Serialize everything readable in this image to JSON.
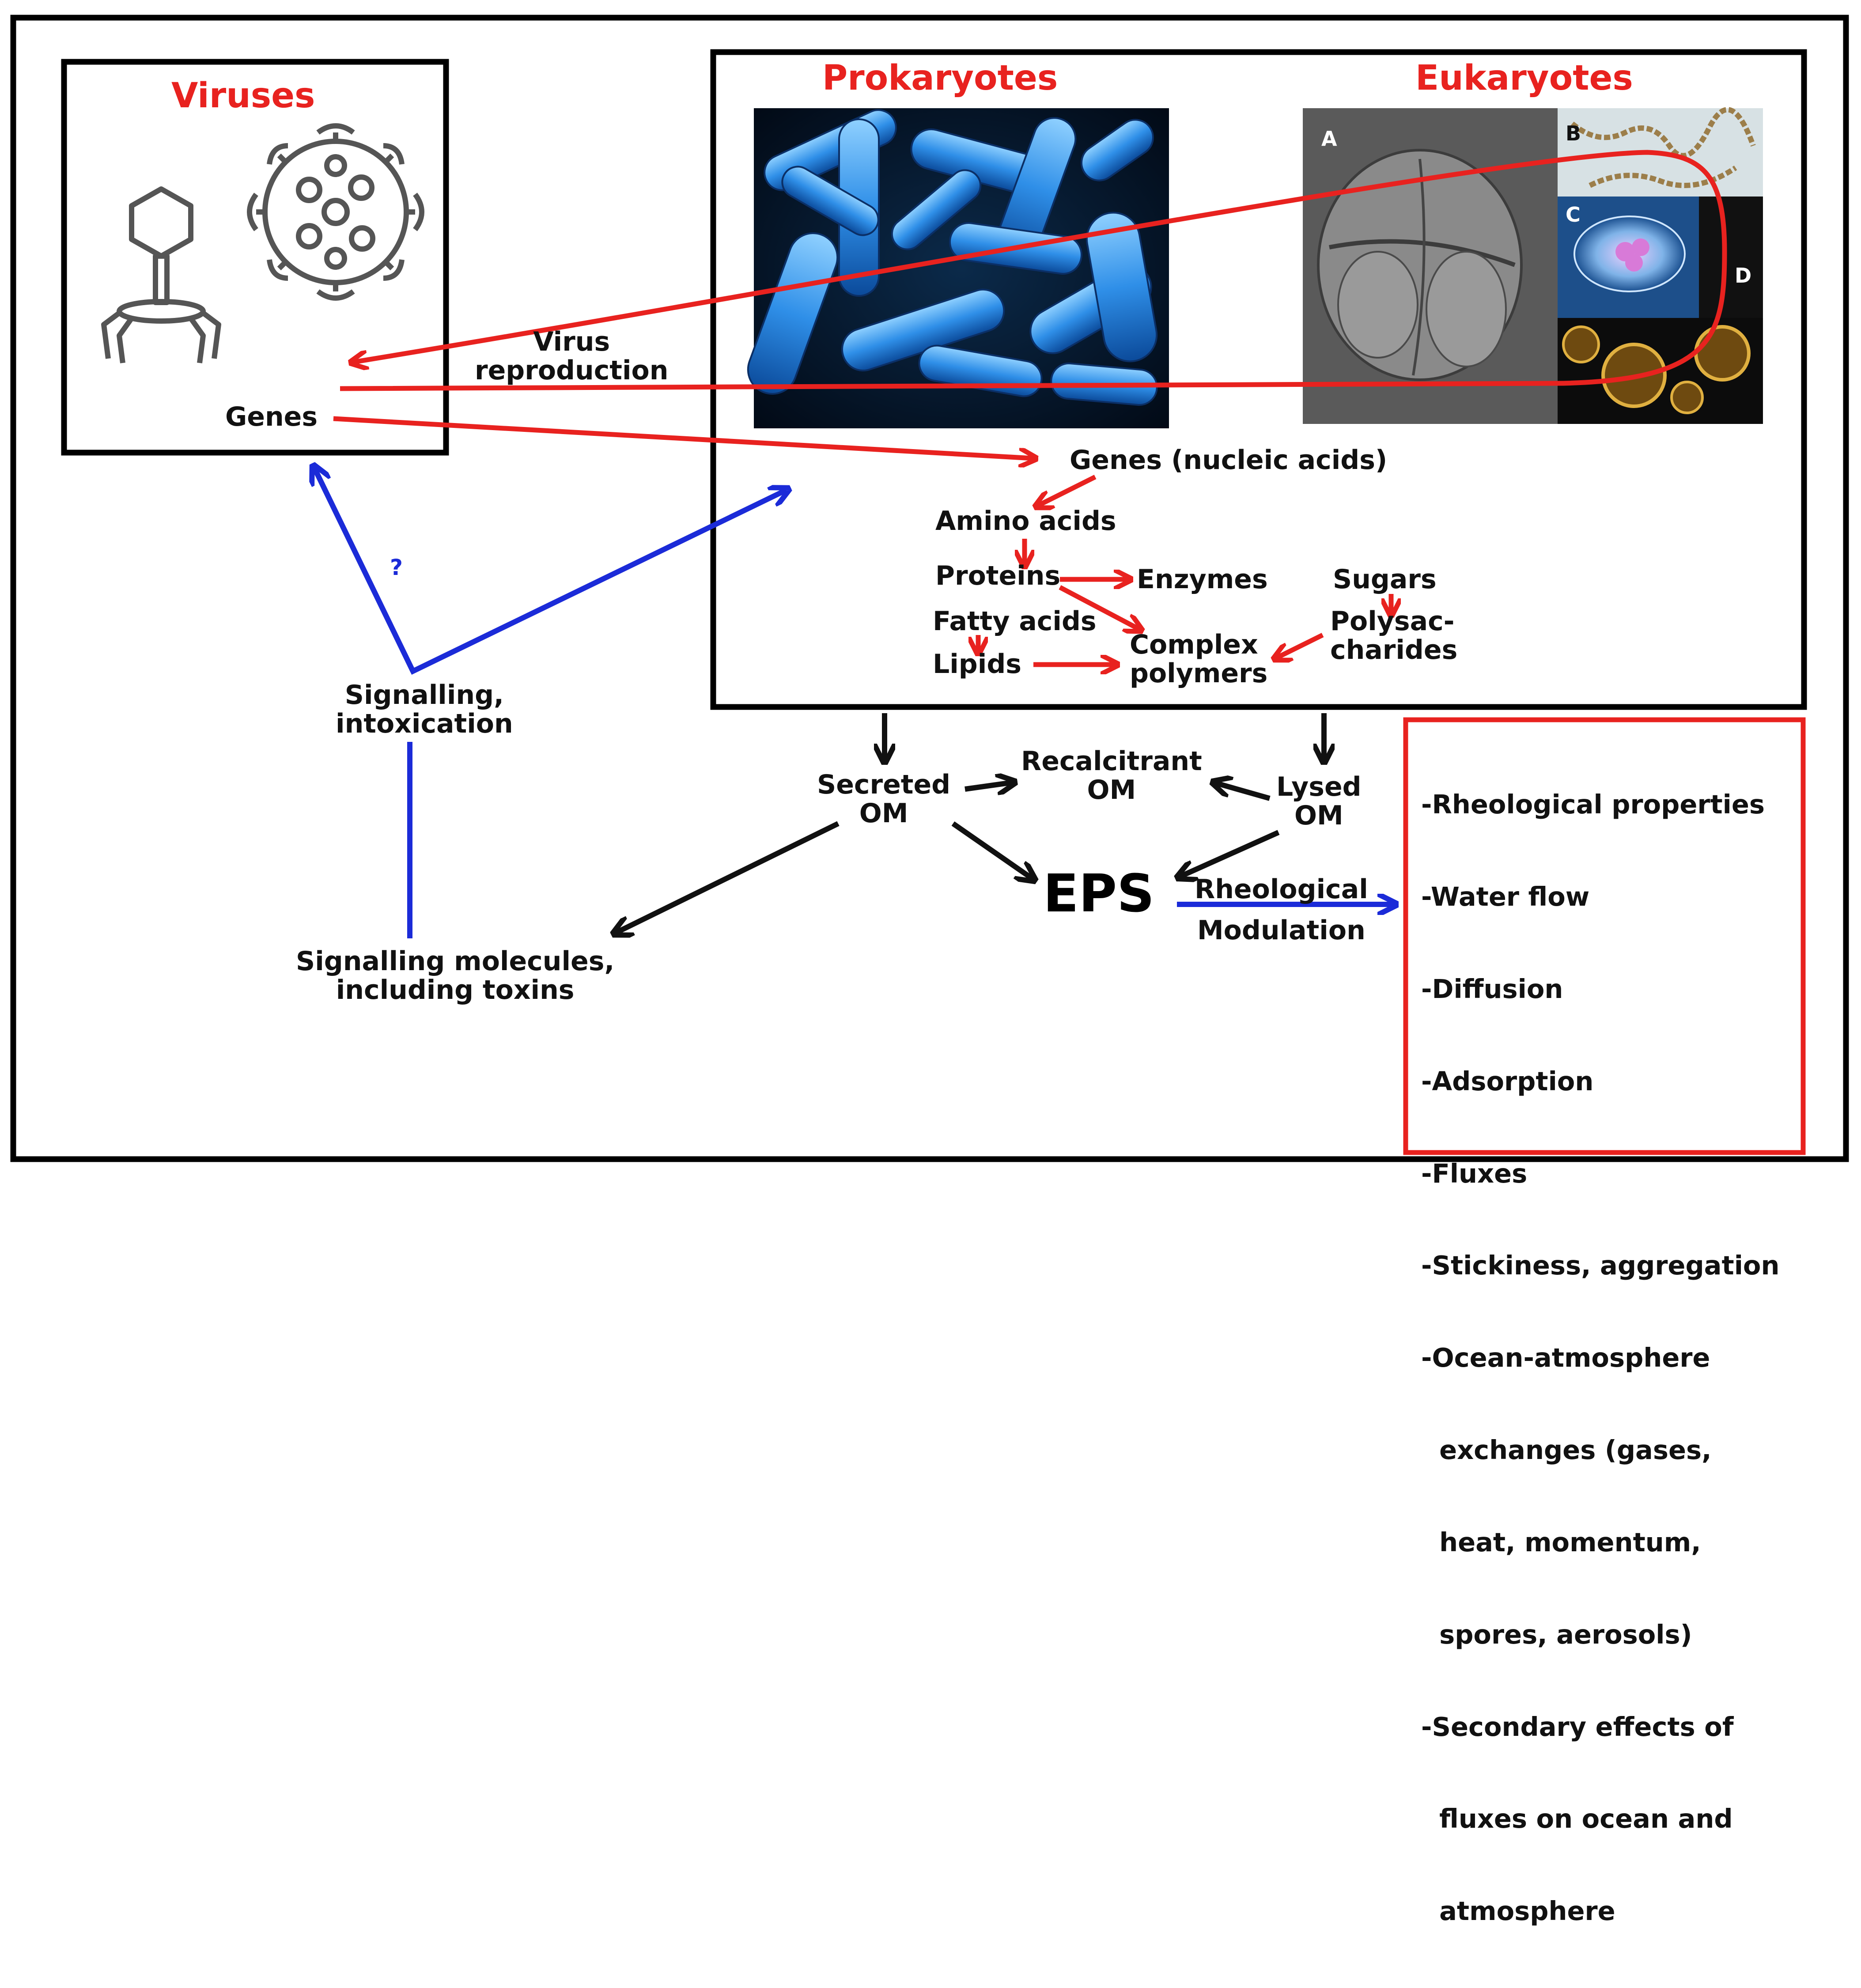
{
  "viruses": {
    "title": "Viruses",
    "genes": "Genes"
  },
  "virus_reproduction": [
    "Virus",
    "reproduction"
  ],
  "prokaryotes": {
    "title": "Prokaryotes"
  },
  "eukaryotes": {
    "title": "Eukaryotes",
    "panel_labels": [
      "A",
      "B",
      "C",
      "D"
    ]
  },
  "pathway": {
    "genes": "Genes (nucleic acids)",
    "amino_acids": "Amino acids",
    "proteins": "Proteins",
    "enzymes": "Enzymes",
    "sugars": "Sugars",
    "fatty_acids": "Fatty acids",
    "polysaccharides": [
      "Polysac-",
      "charides"
    ],
    "lipids": "Lipids",
    "complex_polymers": [
      "Complex",
      "polymers"
    ]
  },
  "signalling": {
    "label": [
      "Signalling,",
      "intoxication"
    ],
    "question": "?",
    "molecules": [
      "Signalling molecules,",
      "including toxins"
    ]
  },
  "om": {
    "secreted": [
      "Secreted",
      "OM"
    ],
    "recalcitrant": [
      "Recalcitrant",
      "OM"
    ],
    "lysed": [
      "Lysed",
      "OM"
    ],
    "eps": "EPS",
    "rheological_modulation": [
      "Rheological",
      "Modulation"
    ]
  },
  "effects": [
    "-Rheological properties",
    "-Water flow",
    "-Diffusion",
    "-Adsorption",
    "-Fluxes",
    "-Stickiness, aggregation",
    "-Ocean-atmosphere",
    "  exchanges (gases,",
    "  heat, momentum,",
    "  spores, aerosols)",
    "-Secondary effects of",
    "  fluxes on ocean and",
    "  atmosphere"
  ],
  "colors": {
    "red_accent": "#e8221f",
    "blue_arrow": "#1b2bd8",
    "frame": "#000000",
    "bacteria_blue": "#2f8fe8"
  }
}
